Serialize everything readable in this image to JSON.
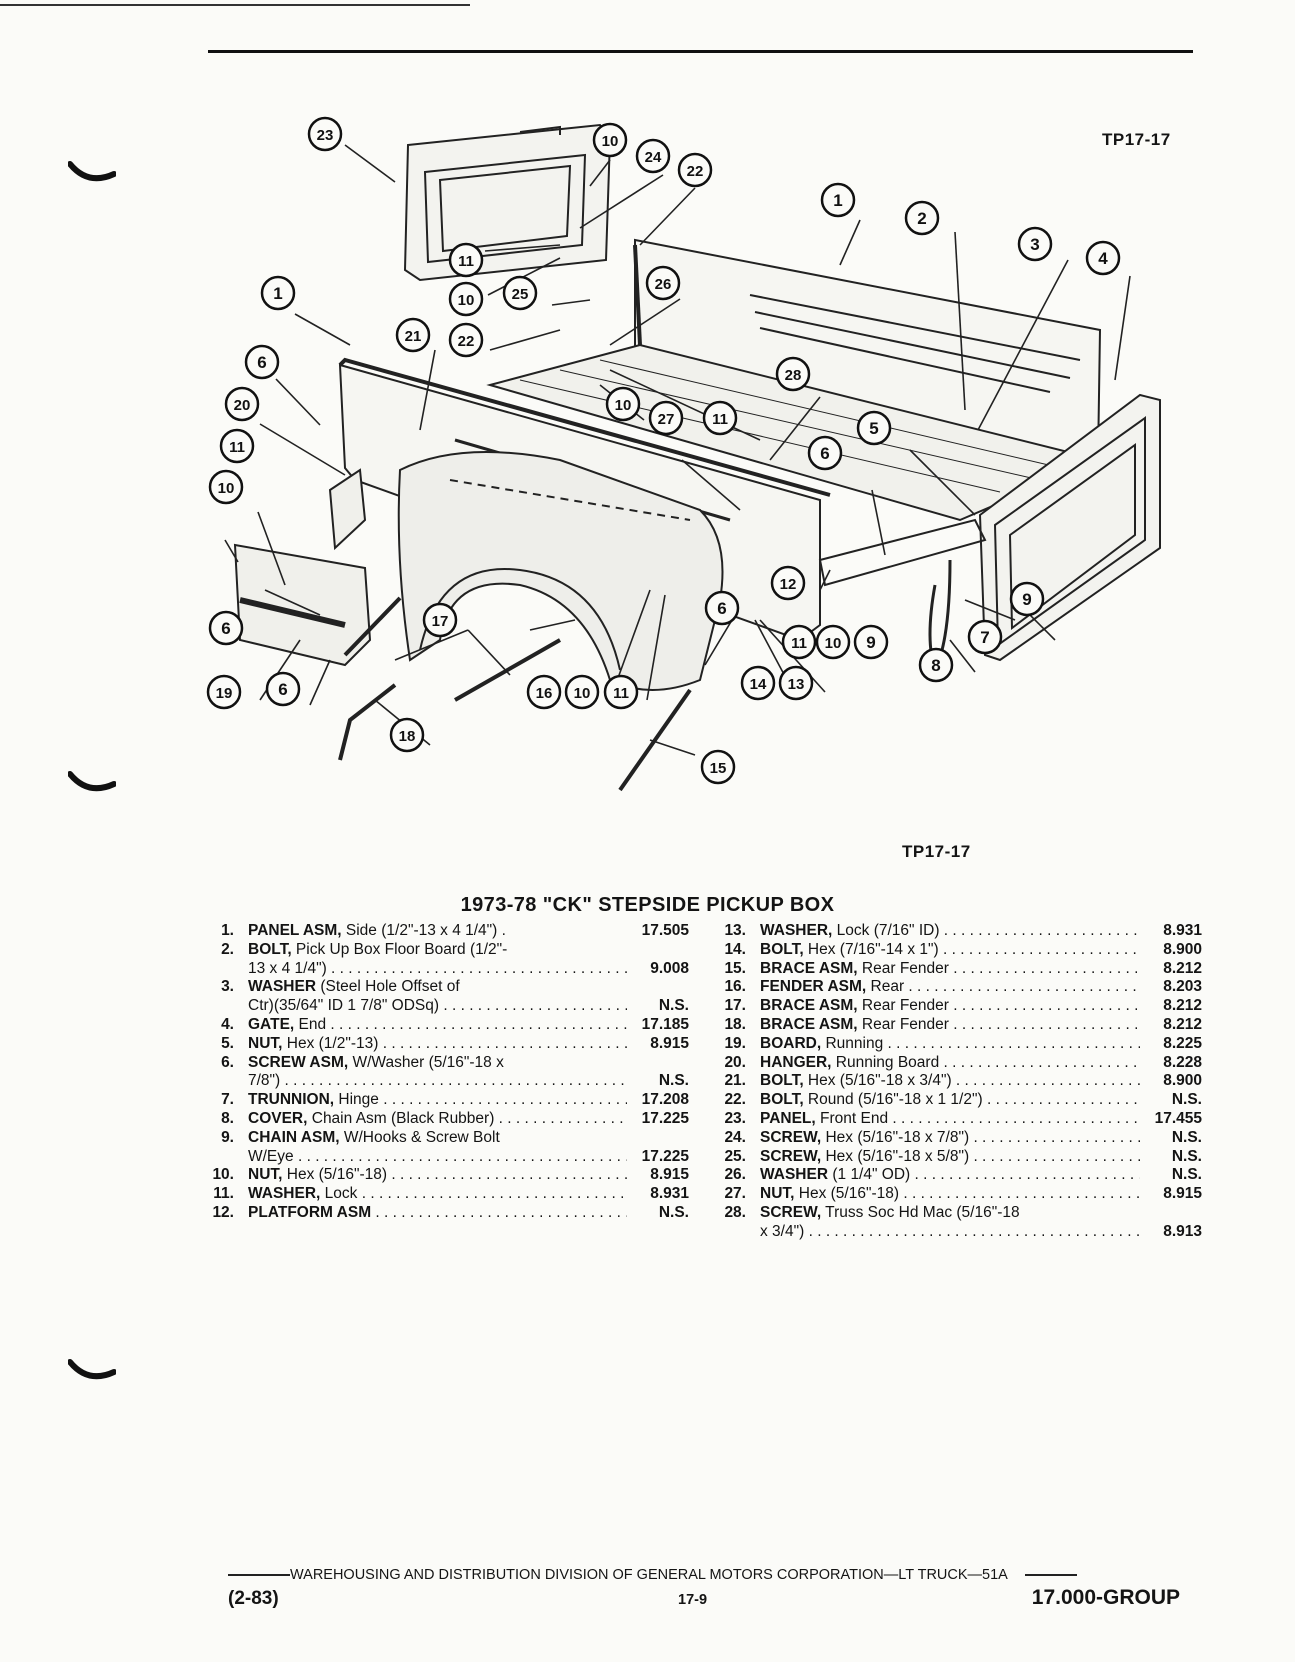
{
  "header": {
    "ref_top": "TP17-17",
    "ref_bottom": "TP17-17"
  },
  "title": "1973-78 \"CK\" STEPSIDE PICKUP BOX",
  "parts_left": [
    {
      "num": "1.",
      "name": "PANEL ASM,",
      "desc": " Side (1/2\"-13 x 4 1/4\") .",
      "value": "17.505"
    },
    {
      "num": "2.",
      "name": "BOLT,",
      "desc": " Pick Up Box Floor Board (1/2\"-",
      "value": ""
    },
    {
      "num": "",
      "name": "",
      "desc": "13 x 4 1/4\")",
      "value": "9.008",
      "dots": true
    },
    {
      "num": "3.",
      "name": "WASHER",
      "desc": " (Steel Hole Offset of",
      "value": ""
    },
    {
      "num": "",
      "name": "",
      "desc": "Ctr)(35/64\" ID 1 7/8\" ODSq)",
      "value": "N.S.",
      "dots": true
    },
    {
      "num": "4.",
      "name": "GATE,",
      "desc": " End",
      "value": "17.185",
      "dots": true
    },
    {
      "num": "5.",
      "name": "NUT,",
      "desc": " Hex (1/2\"-13)",
      "value": "8.915",
      "dots": true
    },
    {
      "num": "6.",
      "name": "SCREW ASM,",
      "desc": " W/Washer (5/16\"-18 x",
      "value": ""
    },
    {
      "num": "",
      "name": "",
      "desc": "7/8\")",
      "value": "N.S.",
      "dots": true
    },
    {
      "num": "7.",
      "name": "TRUNNION,",
      "desc": " Hinge",
      "value": "17.208",
      "dots": true
    },
    {
      "num": "8.",
      "name": "COVER,",
      "desc": " Chain Asm (Black Rubber)",
      "value": "17.225",
      "dots": true
    },
    {
      "num": "9.",
      "name": "CHAIN ASM,",
      "desc": " W/Hooks & Screw Bolt",
      "value": ""
    },
    {
      "num": "",
      "name": "",
      "desc": "W/Eye",
      "value": "17.225",
      "dots": true
    },
    {
      "num": "10.",
      "name": "NUT,",
      "desc": " Hex (5/16\"-18)",
      "value": "8.915",
      "dots": true
    },
    {
      "num": "11.",
      "name": "WASHER,",
      "desc": " Lock",
      "value": "8.931",
      "dots": true
    },
    {
      "num": "12.",
      "name": "PLATFORM ASM",
      "desc": "",
      "value": "N.S.",
      "dots": true
    }
  ],
  "parts_right": [
    {
      "num": "13.",
      "name": "WASHER,",
      "desc": " Lock (7/16\" ID)",
      "value": "8.931",
      "dots": true
    },
    {
      "num": "14.",
      "name": "BOLT,",
      "desc": " Hex (7/16\"-14 x 1\")",
      "value": "8.900",
      "dots": true
    },
    {
      "num": "15.",
      "name": "BRACE ASM,",
      "desc": " Rear Fender",
      "value": "8.212",
      "dots": true
    },
    {
      "num": "16.",
      "name": "FENDER ASM,",
      "desc": " Rear",
      "value": "8.203",
      "dots": true
    },
    {
      "num": "17.",
      "name": "BRACE ASM,",
      "desc": " Rear Fender",
      "value": "8.212",
      "dots": true
    },
    {
      "num": "18.",
      "name": "BRACE ASM,",
      "desc": " Rear Fender",
      "value": "8.212",
      "dots": true
    },
    {
      "num": "19.",
      "name": "BOARD,",
      "desc": " Running",
      "value": "8.225",
      "dots": true
    },
    {
      "num": "20.",
      "name": "HANGER,",
      "desc": " Running Board",
      "value": "8.228",
      "dots": true
    },
    {
      "num": "21.",
      "name": "BOLT,",
      "desc": " Hex (5/16\"-18 x 3/4\")",
      "value": "8.900",
      "dots": true
    },
    {
      "num": "22.",
      "name": "BOLT,",
      "desc": " Round (5/16\"-18 x 1 1/2\")",
      "value": "N.S.",
      "dots": true
    },
    {
      "num": "23.",
      "name": "PANEL,",
      "desc": " Front End",
      "value": "17.455",
      "dots": true
    },
    {
      "num": "24.",
      "name": "SCREW,",
      "desc": " Hex (5/16\"-18 x 7/8\")",
      "value": "N.S.",
      "dots": true
    },
    {
      "num": "25.",
      "name": "SCREW,",
      "desc": " Hex (5/16\"-18 x 5/8\")",
      "value": "N.S.",
      "dots": true
    },
    {
      "num": "26.",
      "name": "WASHER",
      "desc": " (1 1/4\" OD)",
      "value": "N.S.",
      "dots": true
    },
    {
      "num": "27.",
      "name": "NUT,",
      "desc": " Hex (5/16\"-18)",
      "value": "8.915",
      "dots": true
    },
    {
      "num": "28.",
      "name": "SCREW,",
      "desc": " Truss Soc Hd Mac (5/16\"-18",
      "value": ""
    },
    {
      "num": "",
      "name": "",
      "desc": "x 3/4\")",
      "value": "8.913",
      "dots": true
    }
  ],
  "callouts": [
    "1",
    "1",
    "2",
    "3",
    "4",
    "5",
    "6",
    "6",
    "6",
    "6",
    "6",
    "7",
    "8",
    "9",
    "9",
    "10",
    "10",
    "10",
    "10",
    "10",
    "10",
    "11",
    "11",
    "11",
    "11",
    "11",
    "12",
    "13",
    "14",
    "15",
    "16",
    "17",
    "18",
    "19",
    "20",
    "21",
    "22",
    "22",
    "23",
    "24",
    "25",
    "26",
    "27",
    "28"
  ],
  "footer": {
    "division": "WAREHOUSING AND DISTRIBUTION  DIVISION OF GENERAL MOTORS CORPORATION—LT TRUCK—51A",
    "date": "(2-83)",
    "page": "17-9",
    "group": "17.000-GROUP"
  }
}
